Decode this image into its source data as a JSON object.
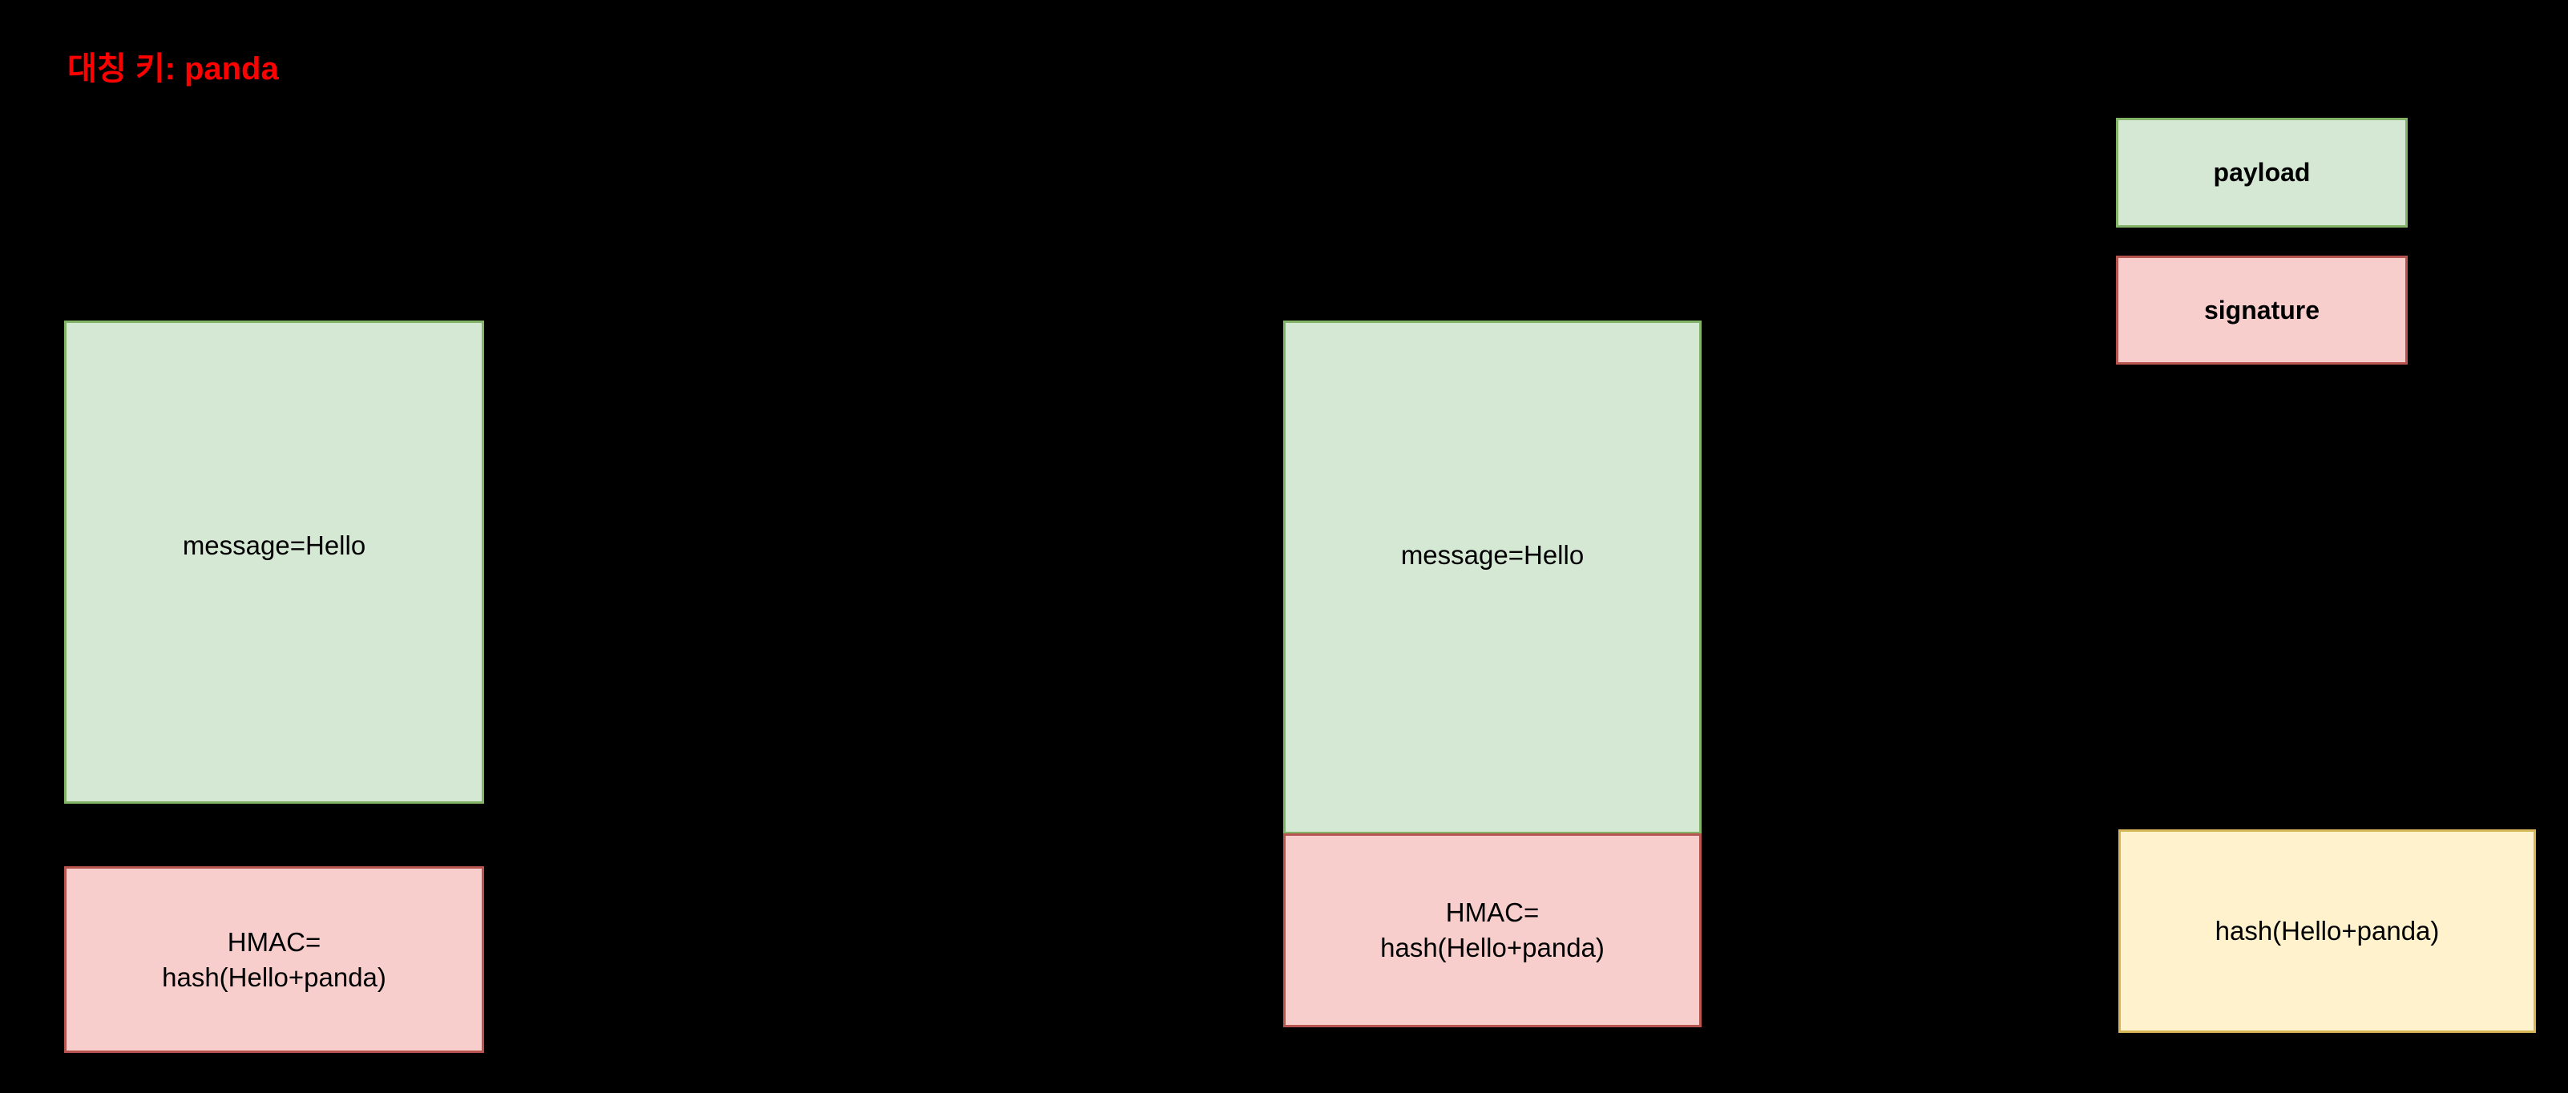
{
  "diagram": {
    "background_color": "#000000",
    "title": {
      "text": "대칭 키: panda",
      "color": "#ff0000"
    },
    "palette": {
      "payload_fill": "#d5e8d4",
      "payload_stroke": "#82b366",
      "signature_fill": "#f8cecc",
      "signature_stroke": "#b85450",
      "hash_fill": "#fff2cc",
      "hash_stroke": "#d6b656",
      "text_color": "#000000"
    },
    "groups": {
      "sender": {
        "message_box": "message=Hello",
        "hmac_box": "HMAC=\nhash(Hello+panda)"
      },
      "token": {
        "message_box": "message=Hello",
        "hmac_box": "HMAC=\nhash(Hello+panda)"
      },
      "verifier": {
        "hash_box": "hash(Hello+panda)"
      }
    },
    "legend": {
      "payload_label": "payload",
      "signature_label": "signature"
    }
  }
}
